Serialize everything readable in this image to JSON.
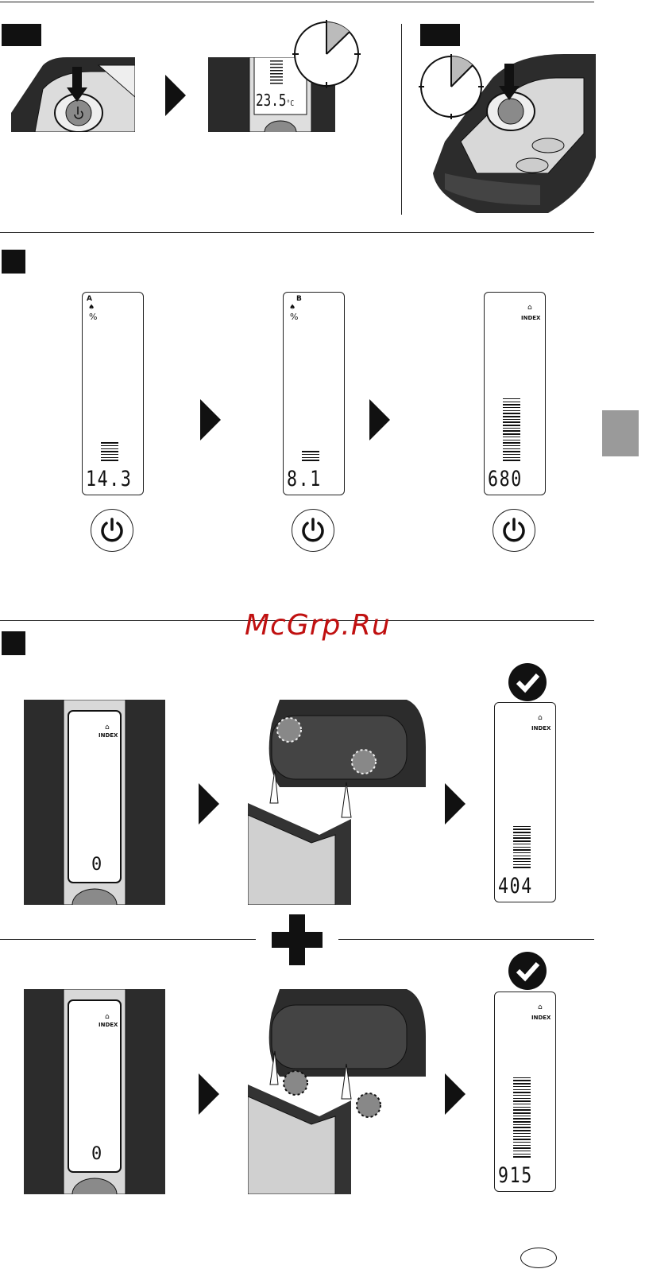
{
  "watermark": "McGrp.Ru",
  "displays": [
    {
      "mode": "A",
      "unit": "%",
      "value": "14.3",
      "bars": 7
    },
    {
      "mode": "B",
      "unit": "%",
      "value": "8.1",
      "bars": 4
    },
    {
      "mode": "",
      "unit": "INDEX",
      "value": "680",
      "bars": 22
    }
  ],
  "temperature": {
    "value": "23.5",
    "unit": "°C"
  },
  "row1": {
    "device_value": "0",
    "device_unit": "INDEX",
    "result_value": "404",
    "result_unit": "INDEX",
    "result_bars": 15
  },
  "row2": {
    "device_value": "0",
    "device_unit": "INDEX",
    "result_value": "915",
    "result_unit": "INDEX",
    "result_bars": 28
  },
  "icons": [
    "power-icon",
    "timer-icon",
    "arrow-down-icon",
    "check-icon",
    "plus-icon",
    "house-icon"
  ]
}
